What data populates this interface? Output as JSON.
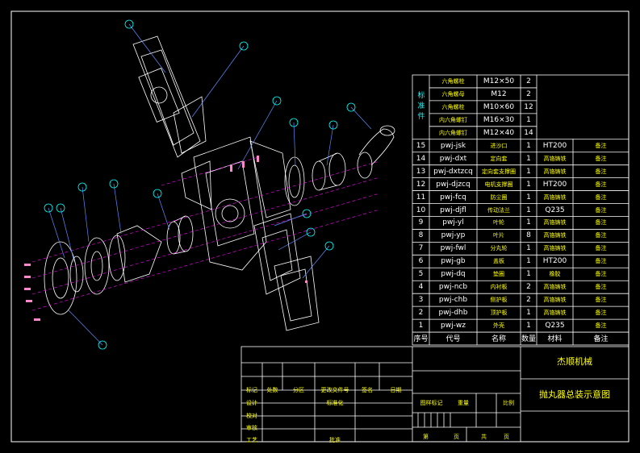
{
  "standard_parts": {
    "group_label": "标准件",
    "rows": [
      {
        "name": "六角螺栓",
        "spec": "M12×50",
        "qty": "2"
      },
      {
        "name": "六角螺母",
        "spec": "M12",
        "qty": "2"
      },
      {
        "name": "六角螺栓",
        "spec": "M10×60",
        "qty": "12"
      },
      {
        "name": "内六角螺钉",
        "spec": "M16×30",
        "qty": "1"
      },
      {
        "name": "内六角螺钉",
        "spec": "M12×40",
        "qty": "14"
      }
    ]
  },
  "parts": [
    {
      "no": "15",
      "code": "pwj-jsk",
      "name": "进沙口",
      "qty": "1",
      "material": "HT200",
      "note": "备注"
    },
    {
      "no": "14",
      "code": "pwj-dxt",
      "name": "定向套",
      "qty": "1",
      "material": "高铬铸铁",
      "note": "备注"
    },
    {
      "no": "13",
      "code": "pwj-dxtzcq",
      "name": "定向套支撑圈",
      "qty": "1",
      "material": "高铬铸铁",
      "note": "备注"
    },
    {
      "no": "12",
      "code": "pwj-djzcq",
      "name": "电机支撑圈",
      "qty": "1",
      "material": "HT200",
      "note": "备注"
    },
    {
      "no": "11",
      "code": "pwj-fcq",
      "name": "防尘圈",
      "qty": "1",
      "material": "高铬铸铁",
      "note": "备注"
    },
    {
      "no": "10",
      "code": "pwj-djfl",
      "name": "传动法兰",
      "qty": "1",
      "material": "Q235",
      "note": "备注"
    },
    {
      "no": "9",
      "code": "pwj-yl",
      "name": "叶轮",
      "qty": "1",
      "material": "高铬铸铁",
      "note": "备注"
    },
    {
      "no": "8",
      "code": "pwj-yp",
      "name": "叶片",
      "qty": "8",
      "material": "高铬铸铁",
      "note": "备注"
    },
    {
      "no": "7",
      "code": "pwj-fwl",
      "name": "分丸轮",
      "qty": "1",
      "material": "高铬铸铁",
      "note": "备注"
    },
    {
      "no": "6",
      "code": "pwj-gb",
      "name": "盖板",
      "qty": "1",
      "material": "HT200",
      "note": "备注"
    },
    {
      "no": "5",
      "code": "pwj-dq",
      "name": "垫圈",
      "qty": "1",
      "material": "橡胶",
      "note": "备注"
    },
    {
      "no": "4",
      "code": "pwj-ncb",
      "name": "内衬板",
      "qty": "2",
      "material": "高铬铸铁",
      "note": "备注"
    },
    {
      "no": "3",
      "code": "pwj-chb",
      "name": "侧护板",
      "qty": "2",
      "material": "高铬铸铁",
      "note": "备注"
    },
    {
      "no": "2",
      "code": "pwj-dhb",
      "name": "顶护板",
      "qty": "1",
      "material": "高铬铸铁",
      "note": "备注"
    },
    {
      "no": "1",
      "code": "pwj-wz",
      "name": "外壳",
      "qty": "1",
      "material": "Q235",
      "note": "备注"
    }
  ],
  "header_row": {
    "no": "序号",
    "code": "代号",
    "name": "名称",
    "qty": "数量",
    "material": "材料",
    "note": "备注"
  },
  "title_block": {
    "company": "杰顺机械",
    "drawing_title": "抛丸器总装示意图",
    "rev_labels": [
      "标记",
      "处数",
      "分区",
      "更改文件号",
      "签名",
      "日期"
    ],
    "role_labels": [
      "设计",
      "校对",
      "审核",
      "工艺"
    ],
    "std_label": "标准化",
    "approve_label": "批准",
    "stage_labels": [
      "图样标记",
      "重量",
      "比例"
    ],
    "sheet_labels": [
      "第",
      "页",
      "共",
      "页"
    ]
  }
}
